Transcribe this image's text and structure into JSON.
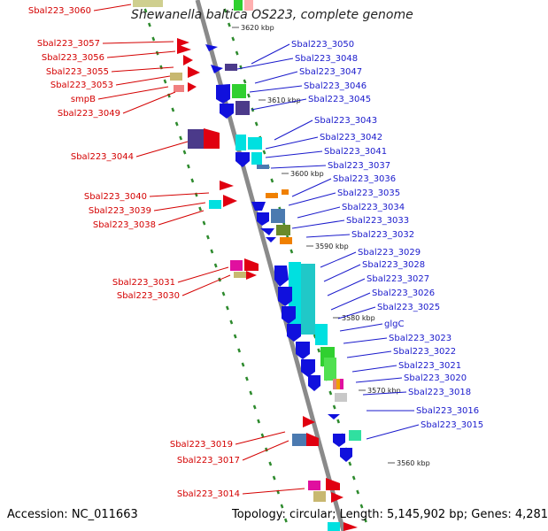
{
  "title": "Shewanella baltica OS223, complete genome",
  "accession": "Accession: NC_011663",
  "summary": "Topology: circular; Length: 5,145,902 bp; Genes: 4,281",
  "scale_ticks": [
    "3620 kbp",
    "3610 kbp",
    "3600 kbp",
    "3590 kbp",
    "3580 kbp",
    "3570 kbp",
    "3560 kbp"
  ],
  "left_labels": [
    "Sbal223_3060",
    "Sbal223_3057",
    "Sbal223_3056",
    "Sbal223_3055",
    "Sbal223_3053",
    "smpB",
    "Sbal223_3049",
    "Sbal223_3044",
    "Sbal223_3040",
    "Sbal223_3039",
    "Sbal223_3038",
    "Sbal223_3031",
    "Sbal223_3030",
    "Sbal223_3019",
    "Sbal223_3017",
    "Sbal223_3014"
  ],
  "right_labels": [
    "Sbal223_3050",
    "Sbal223_3048",
    "Sbal223_3047",
    "Sbal223_3046",
    "Sbal223_3045",
    "Sbal223_3043",
    "Sbal223_3042",
    "Sbal223_3041",
    "Sbal223_3037",
    "Sbal223_3036",
    "Sbal223_3035",
    "Sbal223_3034",
    "Sbal223_3033",
    "Sbal223_3032",
    "Sbal223_3029",
    "Sbal223_3028",
    "Sbal223_3027",
    "Sbal223_3026",
    "Sbal223_3025",
    "glgC",
    "Sbal223_3023",
    "Sbal223_3022",
    "Sbal223_3021",
    "Sbal223_3020",
    "Sbal223_3018",
    "Sbal223_3016",
    "Sbal223_3015"
  ],
  "colors": {
    "backbone": "#8a8a8a",
    "forward": "#1010dd",
    "reverse": "#e00010",
    "label_left": "#d40000",
    "label_right": "#1a1acc",
    "tick": "#2d8a2d"
  }
}
